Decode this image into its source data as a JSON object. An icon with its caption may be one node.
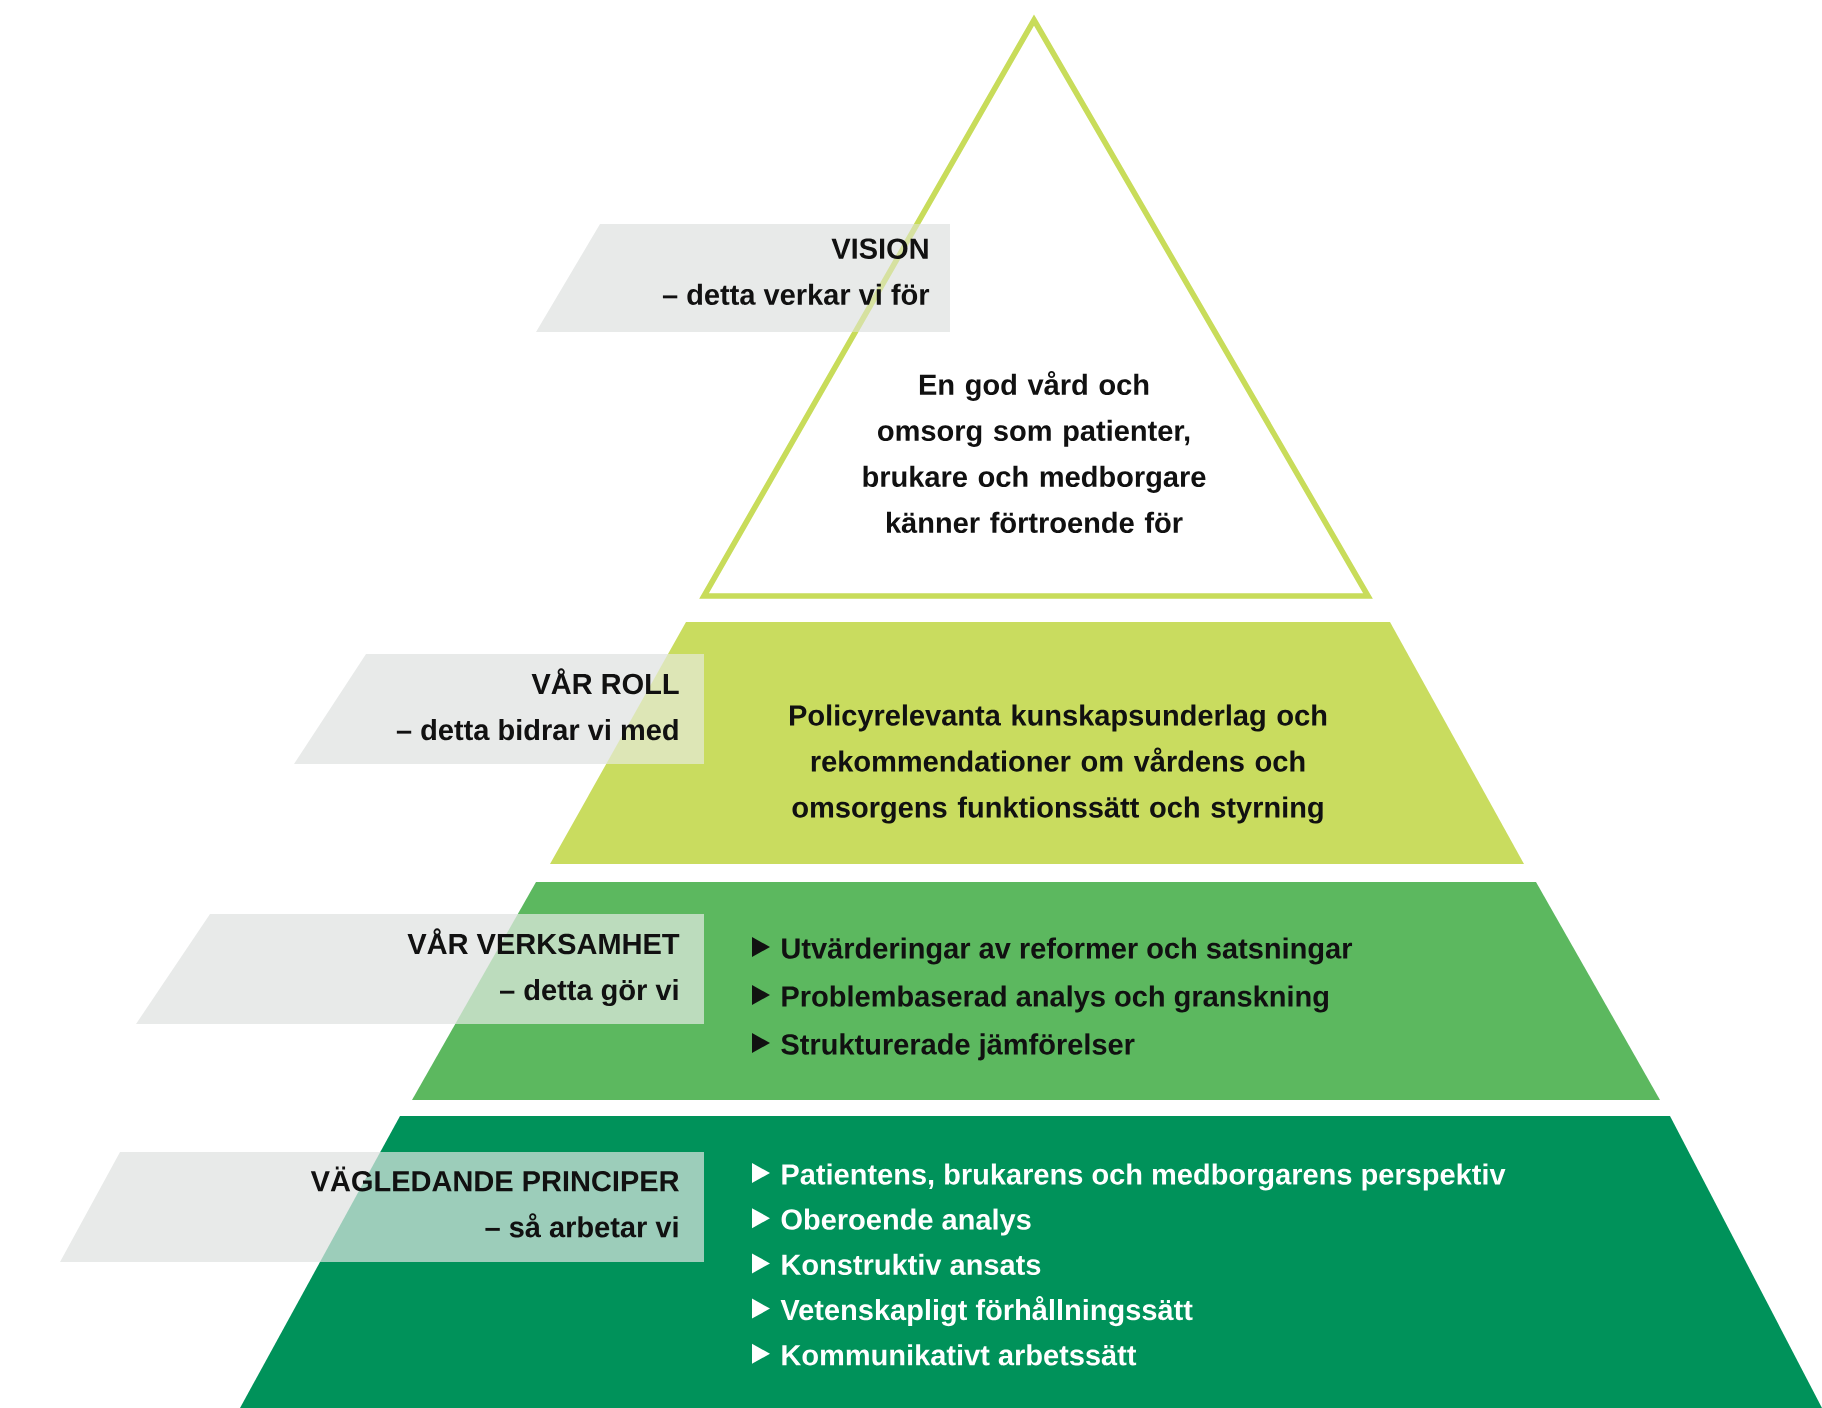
{
  "diagram": {
    "nodes": [
      {
        "text": [
          "VISION",
          "– detta verkar vi för"
        ]
      },
      {
        "text": [
          "En god vård och omsorg som patienter, brukare och medborgare känner förtroende för"
        ]
      },
      {
        "text": [
          "VÅR ROLL",
          "– detta bidrar vi med"
        ]
      },
      {
        "text": [
          "Policyrelevanta kunskapsunderlag och rekommendationer om vårdens och omsorgens funktionssätt och styrning"
        ]
      },
      {
        "text": [
          "VÅR VERKSAMHET",
          "– detta gör vi"
        ]
      },
      {
        "text": [
          "Utvärderingar av reformer och satsningar",
          "Problembaserad analys och granskning",
          "Strukturerade jämförelser"
        ]
      },
      {
        "text": [
          "VÄGLEDANDE PRINCIPER",
          "– så arbetar vi"
        ]
      },
      {
        "text": [
          "Patientens, brukarens och medborgarens perspektiv",
          "Oberoende analys",
          "Konstruktiv ansats",
          "Vetenskapligt förhållningssätt",
          "Kommunikativt arbetssätt"
        ]
      }
    ]
  }
}
